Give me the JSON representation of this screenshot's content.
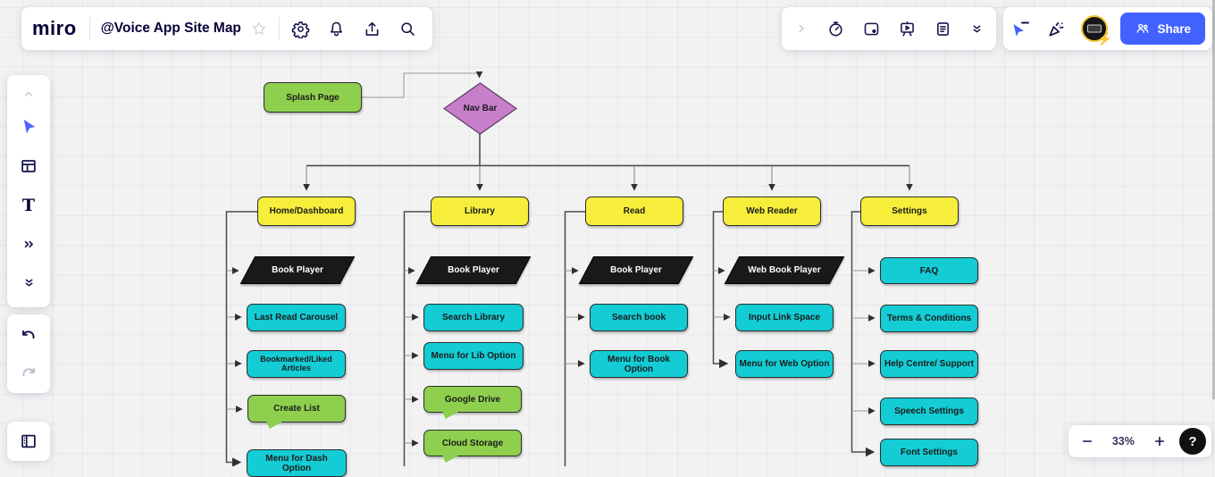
{
  "palette": {
    "yellow": "#f6ee3b",
    "teal": "#13ccd4",
    "green": "#8ed04e",
    "purple": "#c87fcb",
    "black": "#191919",
    "blue": "#4262ff",
    "navy": "#050038"
  },
  "topbar": {
    "logo": "miro",
    "title": "@Voice App Site Map"
  },
  "collab": {
    "share_label": "Share"
  },
  "zoombar": {
    "value": "33%",
    "help": "?"
  },
  "diagram": {
    "splash": "Splash Page",
    "nav": "Nav Bar",
    "columns": [
      {
        "header": "Home/Dashboard",
        "children": [
          "Book Player",
          "Last Read Carousel",
          "Bookmarked/Liked Articles",
          "Create List",
          "Menu for Dash Option"
        ]
      },
      {
        "header": "Library",
        "children": [
          "Book Player",
          "Search Library",
          "Menu for Lib Option",
          "Google Drive",
          "Cloud Storage"
        ]
      },
      {
        "header": "Read",
        "children": [
          "Book Player",
          "Search book",
          "Menu for Book Option"
        ]
      },
      {
        "header": "Web Reader",
        "children": [
          "Web Book Player",
          "Input Link Space",
          "Menu for Web Option"
        ]
      },
      {
        "header": "Settings",
        "children": [
          "FAQ",
          "Terms & Conditions",
          "Help Centre/ Support",
          "Speech Settings",
          "Font Settings"
        ]
      }
    ]
  }
}
